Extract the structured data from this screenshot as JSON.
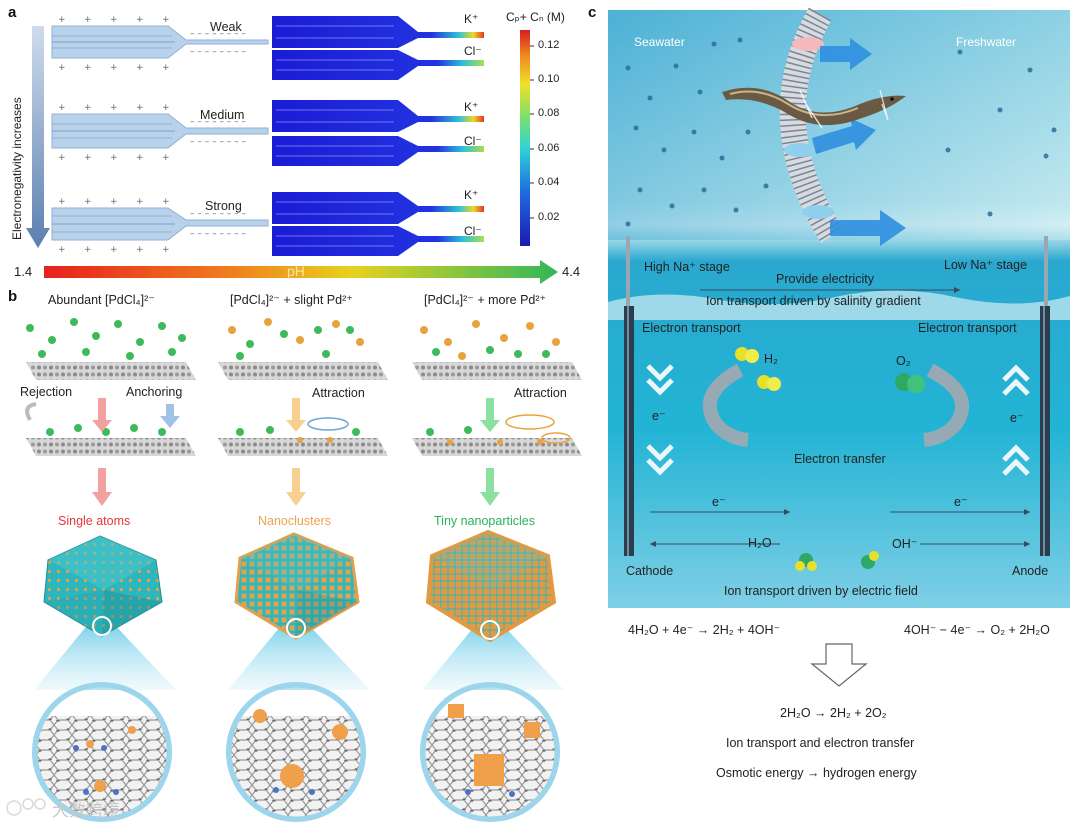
{
  "panel_a": {
    "letter": "a",
    "y_axis_label": "Electronegativity increases",
    "rows": [
      {
        "strength": "Weak",
        "ions": [
          "K⁺",
          "Cl⁻"
        ]
      },
      {
        "strength": "Medium",
        "ions": [
          "K⁺",
          "Cl⁻"
        ]
      },
      {
        "strength": "Strong",
        "ions": [
          "K⁺",
          "Cl⁻"
        ]
      }
    ],
    "colorbar_title": "Cₚ+ Cₙ (M)",
    "colorbar_ticks": [
      "0.12",
      "0.10",
      "0.08",
      "0.06",
      "0.04",
      "0.02"
    ],
    "ph_min": "1.4",
    "ph_label": "pH",
    "ph_max": "4.4"
  },
  "panel_b": {
    "letter": "b",
    "columns": [
      {
        "header": "Abundant [PdCl₄]²⁻",
        "action_left": "Rejection",
        "action_right": "Anchoring",
        "result": "Single atoms",
        "color": "#e8343b"
      },
      {
        "header": "[PdCl₄]²⁻ + slight Pd²⁺",
        "action_left": "",
        "action_right": "Attraction",
        "result": "Nanoclusters",
        "color": "#f0a24a"
      },
      {
        "header": "[PdCl₄]²⁻ + more Pd²⁺",
        "action_left": "",
        "action_right": "Attraction",
        "result": "Tiny nanoparticles",
        "color": "#27b35d"
      }
    ]
  },
  "panel_c": {
    "letter": "c",
    "seawater": "Seawater",
    "freshwater": "Freshwater",
    "high_stage": "High Na⁺ stage",
    "low_stage": "Low Na⁺ stage",
    "provide_electricity": "Provide electricity",
    "ion_transport_salinity": "Ion transport driven by salinity gradient",
    "electron_transport_left": "Electron transport",
    "electron_transport_right": "Electron transport",
    "h2": "H₂",
    "o2": "O₂",
    "e_left": "e⁻",
    "e_right": "e⁻",
    "electron_transfer": "Electron transfer",
    "e_bottom_left": "e⁻",
    "e_bottom_right": "e⁻",
    "h2o": "H₂O",
    "oh": "OH⁻",
    "cathode": "Cathode",
    "anode": "Anode",
    "ion_transport_field": "Ion transport driven by electric field",
    "cathode_reaction": "4H₂O + 4e⁻ → 2H₂ + 4OH⁻",
    "anode_reaction": "4OH⁻ − 4e⁻ → O₂ + 2H₂O",
    "overall_reaction": "2H₂O → 2H₂ + 2O₂",
    "summary_1": "Ion transport and electron transfer",
    "summary_2": "Osmotic energy → hydrogen energy"
  },
  "watermark": "大数跨境"
}
